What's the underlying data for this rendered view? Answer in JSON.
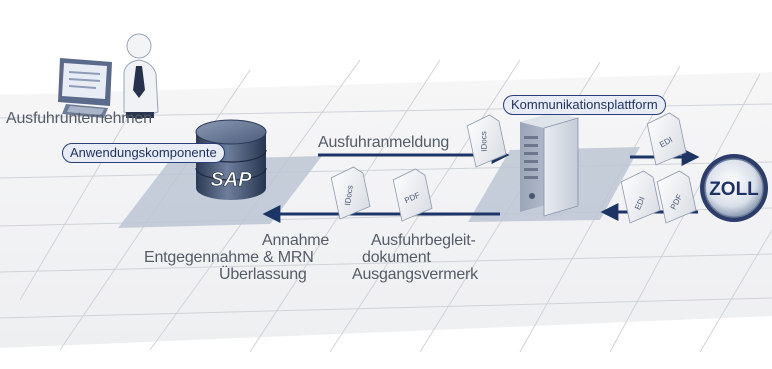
{
  "labels": {
    "company": "Ausfuhrunternehmen",
    "component": "Anwendungskomponente",
    "platform": "Kommunikationsplattform",
    "declaration": "Ausfuhranmeldung",
    "accept_line1": "Annahme",
    "accept_line2": "Entgegennahme & MRN",
    "accept_line3": "Überlassung",
    "doc_line1": "Ausfuhrbegleit-",
    "doc_line2": "dokument",
    "doc_line3": "Ausgangsvermerk"
  },
  "logos": {
    "sap": "SAP",
    "zoll": "ZOLL"
  },
  "documents": {
    "idocs_top": "IDocs",
    "edi_top": "EDI",
    "idocs_bottom": "IDocs",
    "pdf_bottom": "PDF",
    "edi_right": "EDI",
    "pdf_right": "PDF"
  },
  "icons": [
    "computer-icon",
    "user-icon",
    "database-icon",
    "server-icon",
    "customs-seal-icon",
    "document-icon"
  ],
  "colors": {
    "arrow": "#1c3566",
    "tile": "#bcc6d4",
    "grid": "#cfd3d8",
    "label": "#555c66",
    "pill_border": "#2a3f7a"
  }
}
